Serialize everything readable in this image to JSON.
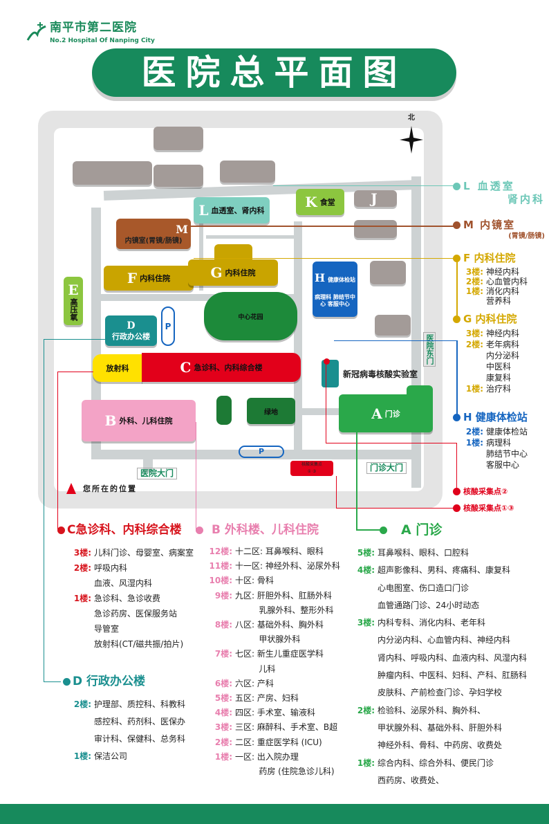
{
  "header": {
    "logo_cn": "南平市第二医院",
    "logo_en": "No.2 Hospital Of Nanping City",
    "title": "医院总平面图"
  },
  "map": {
    "compass": "北",
    "buildings": {
      "L": {
        "letter": "L",
        "label": "血透室、肾内科"
      },
      "K": {
        "letter": "K",
        "label": "食堂"
      },
      "J": {
        "letter": "J"
      },
      "M": {
        "letter": "M",
        "label": "内镜室(胃镜/肠镜)"
      },
      "F": {
        "letter": "F",
        "label": "内科住院"
      },
      "G": {
        "letter": "G",
        "label": "内科住院"
      },
      "H": {
        "letter": "H",
        "label": "健康体检站",
        "sub": "病理科 肺结节中心 客服中心"
      },
      "E": {
        "letter": "E",
        "label": "高压氧"
      },
      "D": {
        "letter": "D",
        "label": "行政办公楼"
      },
      "R": {
        "label": "放射科"
      },
      "C": {
        "letter": "C",
        "label": "急诊科、内科综合楼"
      },
      "B": {
        "letter": "B",
        "label": "外科、儿科住院"
      },
      "A": {
        "letter": "A",
        "label": "门诊"
      },
      "garden": {
        "label": "中心花园"
      },
      "green": {
        "label": "绿地"
      },
      "covid": {
        "label": "新冠病毒核酸实验室"
      },
      "sample": {
        "label": "核酸采集点",
        "sub": "① ③"
      }
    },
    "parking": "P",
    "gates": {
      "main": "医院大门",
      "outpatient": "门诊大门",
      "east": "医院东门"
    },
    "you_are_here": "您所在的位置"
  },
  "legend": {
    "L": {
      "title": "L 血透室",
      "sub": "肾内科",
      "color": "#6cc7b7"
    },
    "M": {
      "title": "M 内镜室",
      "sub": "(胃镜/肠镜)",
      "color": "#a0522d"
    },
    "F": {
      "title": "F 内科住院",
      "color": "#d4a800",
      "rows": [
        [
          "3楼:",
          "神经内科"
        ],
        [
          "2楼:",
          "心血管内科"
        ],
        [
          "1楼:",
          "消化内科"
        ],
        [
          "",
          "营养科"
        ]
      ]
    },
    "G": {
      "title": "G 内科住院",
      "color": "#d4a800",
      "rows": [
        [
          "3楼:",
          "神经内科"
        ],
        [
          "2楼:",
          "老年病科"
        ],
        [
          "",
          "内分泌科"
        ],
        [
          "",
          "中医科"
        ],
        [
          "",
          "康复科"
        ],
        [
          "1楼:",
          "治疗科"
        ]
      ]
    },
    "H": {
      "title": "H 健康体检站",
      "color": "#1565c0",
      "rows": [
        [
          "2楼:",
          "健康体检站"
        ],
        [
          "1楼:",
          "病理科"
        ],
        [
          "",
          "肺结节中心"
        ],
        [
          "",
          "客服中心"
        ]
      ]
    },
    "n2": {
      "title": "核酸采集点②",
      "color": "#e0001b"
    },
    "n13": {
      "title": "核酸采集点①③",
      "color": "#e0001b"
    }
  },
  "sections": {
    "C": {
      "title": "C急诊科、内科综合楼",
      "color": "#d7141d",
      "rows": [
        [
          "3楼:",
          "儿科门诊、母婴室、病案室"
        ],
        [
          "2楼:",
          "呼吸内科"
        ],
        [
          "",
          "血液、风湿内科"
        ],
        [
          "1楼:",
          "急诊科、急诊收费"
        ],
        [
          "",
          "急诊药房、医保服务站"
        ],
        [
          "",
          "导管室"
        ],
        [
          "",
          "放射科(CT/磁共振/拍片)"
        ]
      ]
    },
    "D": {
      "title": "D  行政办公楼",
      "color": "#1a8f8a",
      "rows": [
        [
          "2楼:",
          "护理部、质控科、科教科"
        ],
        [
          "",
          "感控科、药剂科、医保办"
        ],
        [
          "",
          "审计科、保健科、总务科"
        ],
        [
          "1楼:",
          "保洁公司"
        ]
      ]
    },
    "B": {
      "title": "B 外科楼、儿科住院",
      "color": "#e87fae",
      "rows": [
        [
          "12楼:",
          "十二区: 耳鼻喉科、眼科"
        ],
        [
          "11楼:",
          "十一区: 神经外科、泌尿外科"
        ],
        [
          "10楼:",
          "十区: 骨科"
        ],
        [
          "9楼:",
          "九区: 肝胆外科、肛肠外科"
        ],
        [
          "",
          "         乳腺外科、整形外科"
        ],
        [
          "8楼:",
          "八区: 基础外科、胸外科"
        ],
        [
          "",
          "         甲状腺外科"
        ],
        [
          "7楼:",
          "七区: 新生儿重症医学科"
        ],
        [
          "",
          "         儿科"
        ],
        [
          "6楼:",
          "六区: 产科"
        ],
        [
          "5楼:",
          "五区: 产房、妇科"
        ],
        [
          "4楼:",
          "四区: 手术室、输液科"
        ],
        [
          "3楼:",
          "三区: 麻醉科、手术室、B超"
        ],
        [
          "2楼:",
          "二区: 重症医学科 (ICU)"
        ],
        [
          "1楼:",
          "一区: 出入院办理"
        ],
        [
          "",
          "         药房 (住院急诊儿科)"
        ]
      ]
    },
    "A": {
      "title": "A 门诊",
      "color": "#2aa84a",
      "rows": [
        [
          "5楼:",
          "耳鼻喉科、眼科、口腔科"
        ],
        [
          "4楼:",
          "超声影像科、男科、疼痛科、康复科"
        ],
        [
          "",
          "心电图室、伤口造口门诊"
        ],
        [
          "",
          "血管通路门诊、24小时动态"
        ],
        [
          "3楼:",
          "内科专科、消化内科、老年科"
        ],
        [
          "",
          "内分泌内科、心血管内科、神经内科"
        ],
        [
          "",
          "肾内科、呼吸内科、血液内科、风湿内科"
        ],
        [
          "",
          "肿瘤内科、中医科、妇科、产科、肛肠科"
        ],
        [
          "",
          "皮肤科、产前检查门诊、孕妇学校"
        ],
        [
          "2楼:",
          "检验科、泌尿外科、胸外科、"
        ],
        [
          "",
          "甲状腺外科、基础外科、肝胆外科"
        ],
        [
          "",
          "神经外科、骨科、中药房、收费处"
        ],
        [
          "1楼:",
          "综合内科、综合外科、便民门诊"
        ],
        [
          "",
          "西药房、收费处、"
        ]
      ]
    }
  }
}
